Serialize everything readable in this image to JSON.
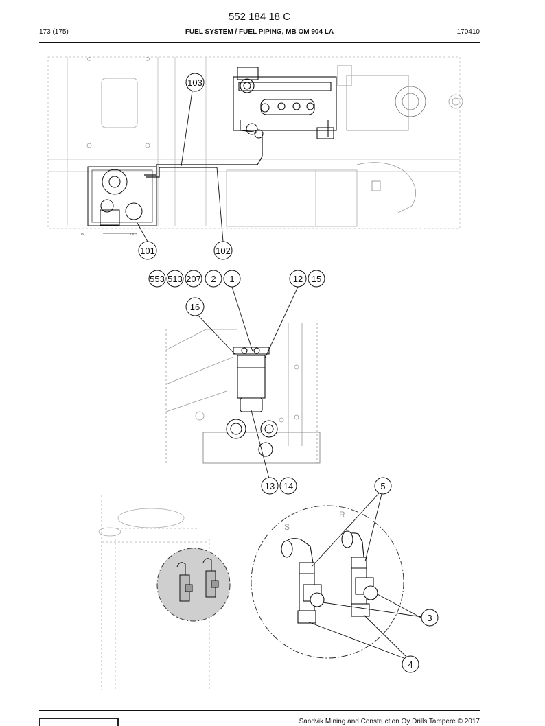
{
  "header": {
    "doc_number": "552 184 18 C",
    "page_ref": "173 (175)",
    "title": "FUEL SYSTEM / FUEL PIPING, MB OM 904 LA",
    "date": "170410"
  },
  "drawing_labels": {
    "tank_in": "IN",
    "tank_out": "OUT",
    "valve_s": "S",
    "valve_r": "R"
  },
  "callouts": {
    "c101": "101",
    "c102": "102",
    "c103": "103",
    "c553": "553",
    "c513": "513",
    "c207": "207",
    "c2": "2",
    "c1": "1",
    "c12": "12",
    "c15": "15",
    "c16": "16",
    "c13": "13",
    "c14": "14",
    "c5": "5",
    "c3": "3",
    "c4": "4"
  },
  "footer": {
    "copyright": "Sandvik Mining and Construction Oy Drills Tampere © 2017"
  }
}
